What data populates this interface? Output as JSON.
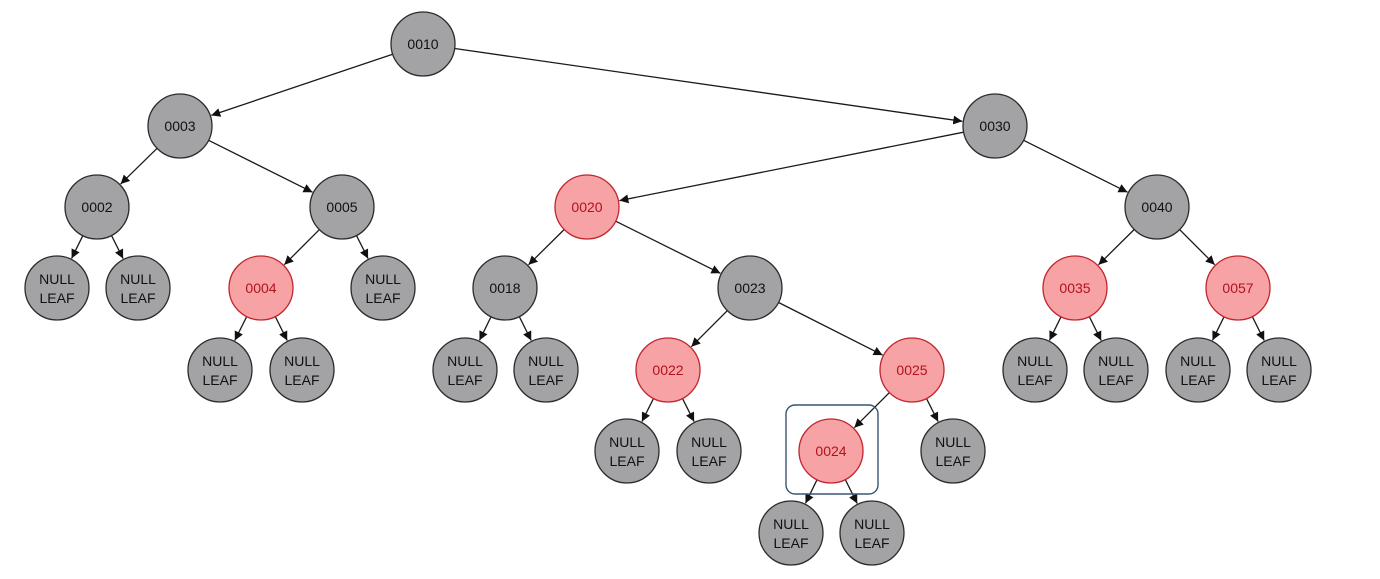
{
  "tree": {
    "nodes": [
      {
        "id": "n10",
        "label": "0010",
        "color": "black"
      },
      {
        "id": "n3",
        "label": "0003",
        "color": "black"
      },
      {
        "id": "n30",
        "label": "0030",
        "color": "black"
      },
      {
        "id": "n2",
        "label": "0002",
        "color": "black"
      },
      {
        "id": "n5",
        "label": "0005",
        "color": "black"
      },
      {
        "id": "n20",
        "label": "0020",
        "color": "red"
      },
      {
        "id": "n40",
        "label": "0040",
        "color": "black"
      },
      {
        "id": "n4",
        "label": "0004",
        "color": "red"
      },
      {
        "id": "n18",
        "label": "0018",
        "color": "black"
      },
      {
        "id": "n23",
        "label": "0023",
        "color": "black"
      },
      {
        "id": "n35",
        "label": "0035",
        "color": "red"
      },
      {
        "id": "n57",
        "label": "0057",
        "color": "red"
      },
      {
        "id": "n22",
        "label": "0022",
        "color": "red"
      },
      {
        "id": "n25",
        "label": "0025",
        "color": "red"
      },
      {
        "id": "n24",
        "label": "0024",
        "color": "red",
        "selected": true
      },
      {
        "id": "l1",
        "label": "NULL\nLEAF",
        "color": "leaf"
      },
      {
        "id": "l2",
        "label": "NULL\nLEAF",
        "color": "leaf"
      },
      {
        "id": "l3",
        "label": "NULL\nLEAF",
        "color": "leaf"
      },
      {
        "id": "l4",
        "label": "NULL\nLEAF",
        "color": "leaf"
      },
      {
        "id": "l5",
        "label": "NULL\nLEAF",
        "color": "leaf"
      },
      {
        "id": "l6",
        "label": "NULL\nLEAF",
        "color": "leaf"
      },
      {
        "id": "l7",
        "label": "NULL\nLEAF",
        "color": "leaf"
      },
      {
        "id": "l8",
        "label": "NULL\nLEAF",
        "color": "leaf"
      },
      {
        "id": "l9",
        "label": "NULL\nLEAF",
        "color": "leaf"
      },
      {
        "id": "l10",
        "label": "NULL\nLEAF",
        "color": "leaf"
      },
      {
        "id": "l11",
        "label": "NULL\nLEAF",
        "color": "leaf"
      },
      {
        "id": "l12",
        "label": "NULL\nLEAF",
        "color": "leaf"
      },
      {
        "id": "l13",
        "label": "NULL\nLEAF",
        "color": "leaf"
      },
      {
        "id": "l14",
        "label": "NULL\nLEAF",
        "color": "leaf"
      },
      {
        "id": "l15",
        "label": "NULL\nLEAF",
        "color": "leaf"
      },
      {
        "id": "l16",
        "label": "NULL\nLEAF",
        "color": "leaf"
      }
    ],
    "edges": [
      [
        "n10",
        "n3"
      ],
      [
        "n10",
        "n30"
      ],
      [
        "n3",
        "n2"
      ],
      [
        "n3",
        "n5"
      ],
      [
        "n30",
        "n20"
      ],
      [
        "n30",
        "n40"
      ],
      [
        "n2",
        "l1"
      ],
      [
        "n2",
        "l2"
      ],
      [
        "n5",
        "n4"
      ],
      [
        "n5",
        "l3"
      ],
      [
        "n4",
        "l4"
      ],
      [
        "n4",
        "l5"
      ],
      [
        "n20",
        "n18"
      ],
      [
        "n20",
        "n23"
      ],
      [
        "n18",
        "l6"
      ],
      [
        "n18",
        "l7"
      ],
      [
        "n23",
        "n22"
      ],
      [
        "n23",
        "n25"
      ],
      [
        "n22",
        "l8"
      ],
      [
        "n22",
        "l9"
      ],
      [
        "n25",
        "n24"
      ],
      [
        "n25",
        "l10"
      ],
      [
        "n24",
        "l11"
      ],
      [
        "n24",
        "l12"
      ],
      [
        "n40",
        "n35"
      ],
      [
        "n40",
        "n57"
      ],
      [
        "n35",
        "l13"
      ],
      [
        "n35",
        "l14"
      ],
      [
        "n57",
        "l15"
      ],
      [
        "n57",
        "l16"
      ]
    ]
  },
  "colors": {
    "black_fill": "#a3a2a5",
    "red_fill": "#f7a3a6",
    "red_stroke": "#c0262e",
    "red_text": "#b1121c"
  }
}
